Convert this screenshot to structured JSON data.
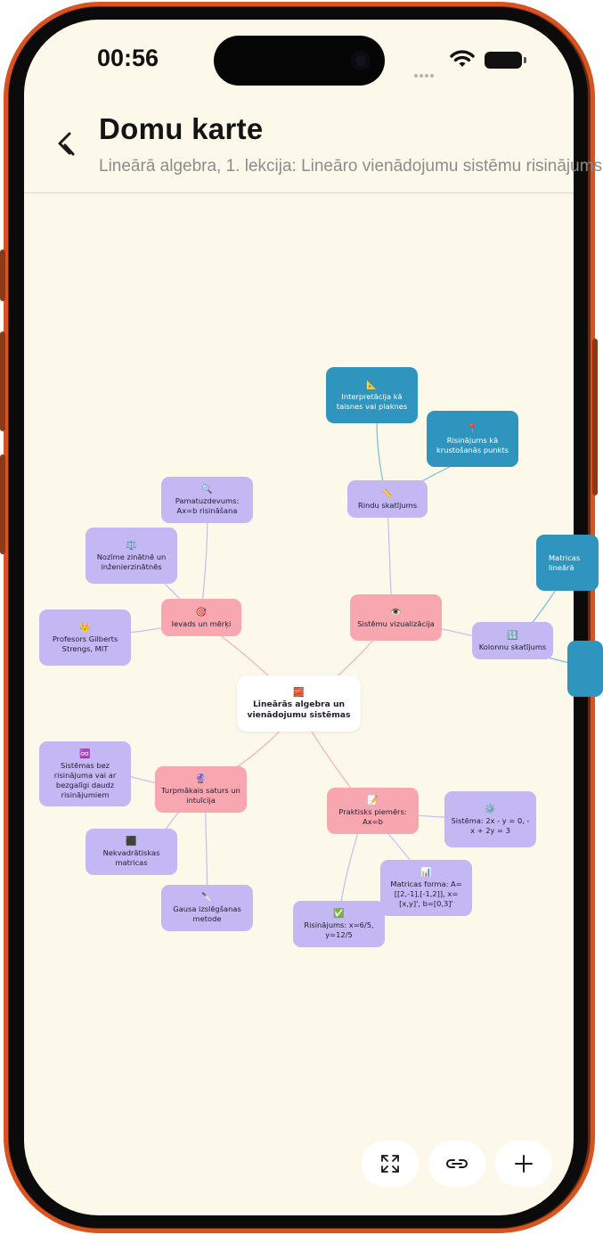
{
  "status_bar": {
    "time": "00:56"
  },
  "header": {
    "title": "Domu karte",
    "subtitle": "Lineārā algebra, 1. lekcija: Lineāro vienādojumu sistēmu risinājums"
  },
  "mind_map": {
    "root": {
      "icon": "🧱",
      "label": "Lineārās algebra un vienādojumu sistēmas"
    },
    "branches": {
      "intro": {
        "icon": "🎯",
        "label": "Ievads un mērķi"
      },
      "visualization": {
        "icon": "👁️",
        "label": "Sistēmu vizualizācija"
      },
      "further": {
        "icon": "🔮",
        "label": "Turpmākais saturs un intuīcija"
      },
      "example": {
        "icon": "📝",
        "label": "Praktisks piemērs: Ax=b"
      }
    },
    "leaves": {
      "main_task": {
        "icon": "🔍",
        "label": "Pamatuzdevums: Ax=b risināšana"
      },
      "significance": {
        "icon": "⚖️",
        "label": "Nozīme zinātnē un inženierzinātnēs"
      },
      "professor": {
        "icon": "👑",
        "label": "Profesors Gilberts Strengs, MIT"
      },
      "row_view": {
        "icon": "📏",
        "label": "Rindu skatījums"
      },
      "interpretation": {
        "icon": "📐",
        "label": "Interpretācija kā taisnes vai plaknes"
      },
      "intersection": {
        "icon": "📍",
        "label": "Risinājums kā krustošanās punkts"
      },
      "column_view": {
        "icon": "🔢",
        "label": "Kolonnu skatījums"
      },
      "matrix_combo": {
        "icon": "",
        "label": "Matricas lineārā"
      },
      "no_solution": {
        "icon": "♾️",
        "label": "Sistēmas bez risinājuma vai ar bezgalīgi daudz risinājumiem"
      },
      "nonsquare": {
        "icon": "⬛",
        "label": "Nekvadrātiskas matricas"
      },
      "gauss": {
        "icon": "🔪",
        "label": "Gausa izslēgšanas metode"
      },
      "system": {
        "icon": "⚙️",
        "label": "Sistēma: 2x - y = 0, -x + 2y = 3"
      },
      "matrix_form": {
        "icon": "📊",
        "label": "Matricas forma: A=[[2,-1],[-1,2]], x=[x,y]', b=[0,3]'"
      },
      "solution": {
        "icon": "✅",
        "label": "Risinājums: x=6/5, y=12/5"
      }
    }
  },
  "controls": {
    "fit_icon": "expand-icon",
    "link_icon": "link-icon",
    "add_icon": "plus-icon"
  },
  "colors": {
    "background": "#fcf9eb",
    "branch": "#f8a7b1",
    "leaf": "#c3b8f3",
    "deep_leaf": "#2f95bf",
    "frame": "#d9531f"
  }
}
